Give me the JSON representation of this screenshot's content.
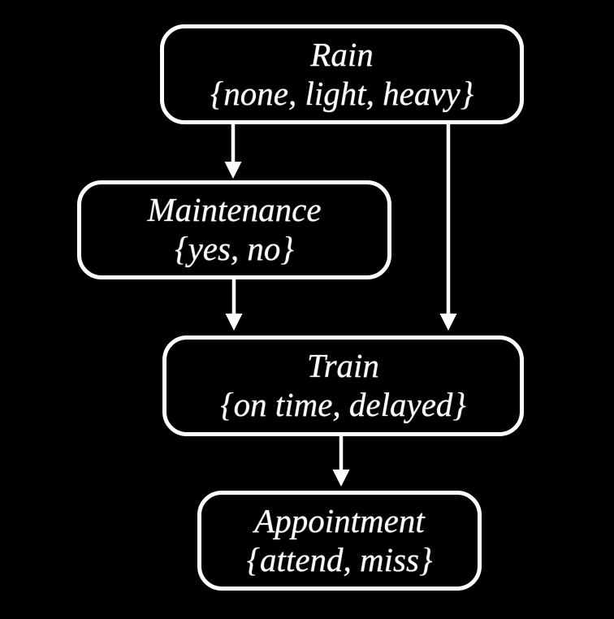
{
  "diagram": {
    "type": "bayesian-network",
    "background_color": "#000000",
    "node_border_color": "#ffffff",
    "text_color": "#ffffff",
    "nodes": [
      {
        "id": "rain",
        "label": "Rain",
        "values": "{none, light, heavy}"
      },
      {
        "id": "maintenance",
        "label": "Maintenance",
        "values": "{yes, no}"
      },
      {
        "id": "train",
        "label": "Train",
        "values": "{on time, delayed}"
      },
      {
        "id": "appointment",
        "label": "Appointment",
        "values": "{attend, miss}"
      }
    ],
    "edges": [
      {
        "from": "Rain",
        "to": "Maintenance"
      },
      {
        "from": "Rain",
        "to": "Train"
      },
      {
        "from": "Maintenance",
        "to": "Train"
      },
      {
        "from": "Train",
        "to": "Appointment"
      }
    ]
  }
}
